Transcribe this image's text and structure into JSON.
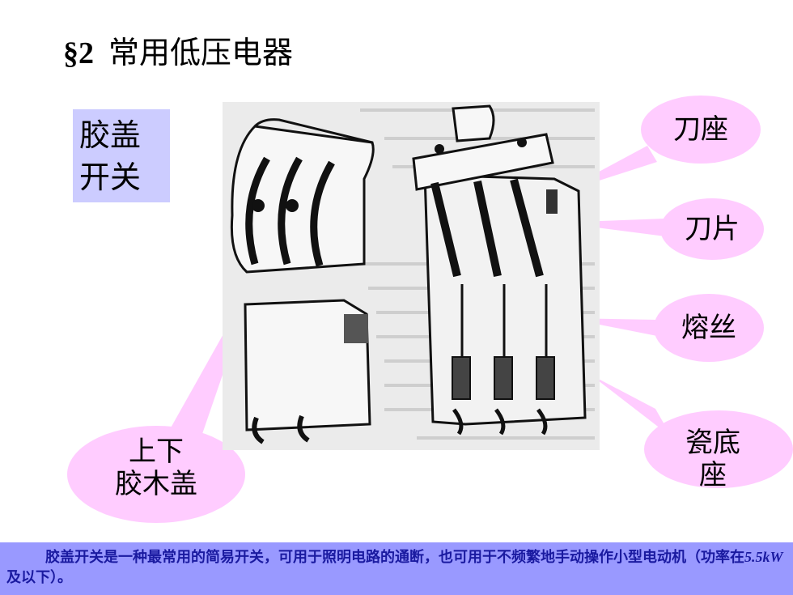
{
  "slide": {
    "section_mark": "§2",
    "title": "常用低压电器",
    "tag_line1": "胶盖",
    "tag_line2": "开关"
  },
  "callouts": {
    "knife_seat": "刀座",
    "blade": "刀片",
    "fuse": "熔丝",
    "porcelain_line1": "瓷底",
    "porcelain_line2": "座",
    "cover_line1": "上下",
    "cover_line2": "胶木盖"
  },
  "caption": {
    "text_part1": "胶盖开关是一种最常用的简易开关，可用于照明电路的通断，也可用于不频繁地手动操作小型电动机（功率在",
    "power": "5.5kW",
    "text_part2": "及以下）。"
  },
  "colors": {
    "callout_fill": "#ffccff",
    "tag_fill": "#ccccff",
    "caption_bar": "#9999ff",
    "caption_text": "#1a1aa0"
  }
}
